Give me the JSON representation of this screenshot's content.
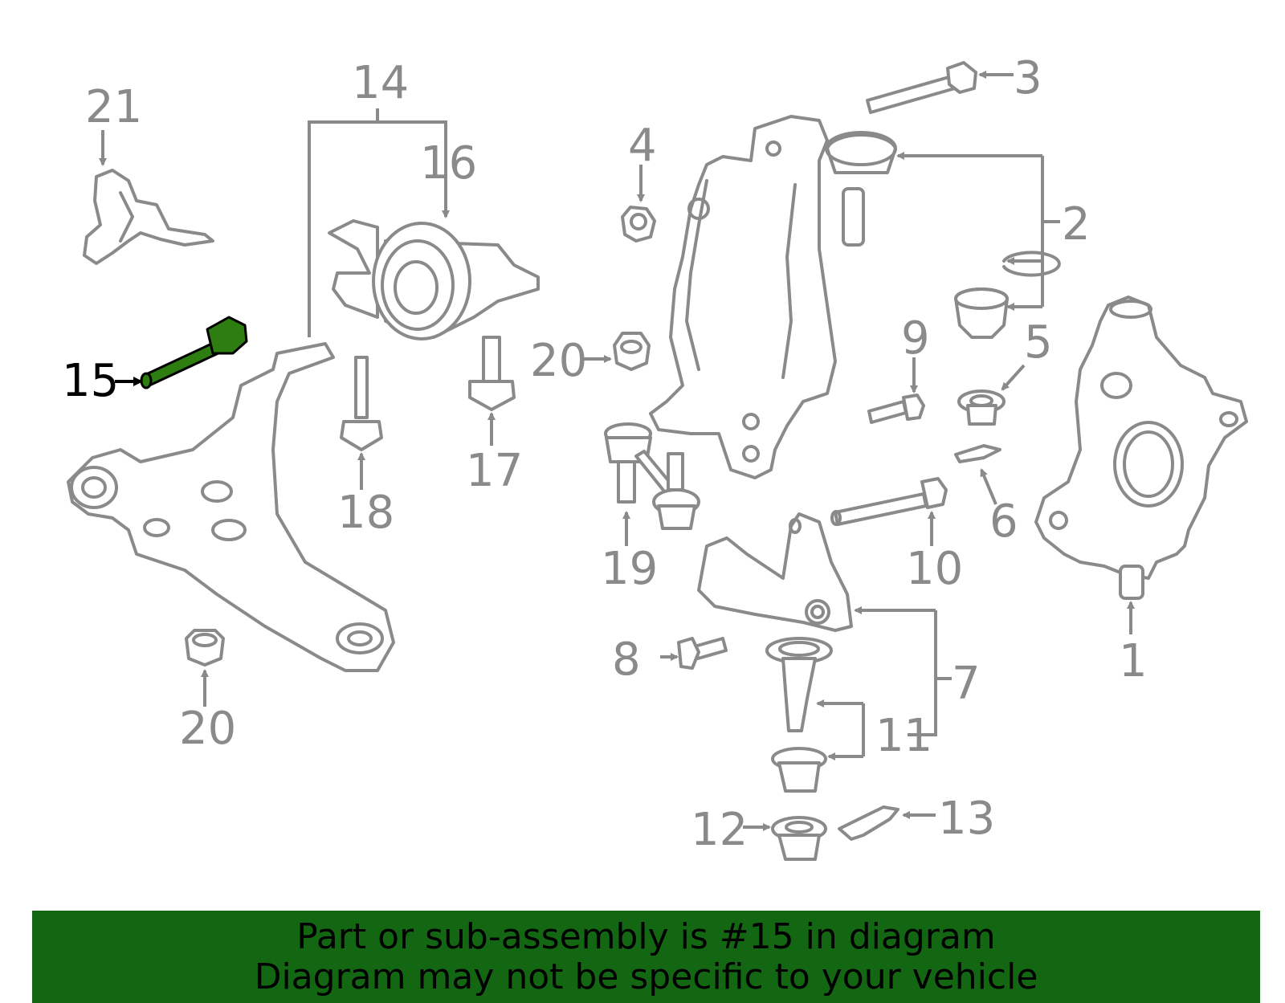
{
  "diagram": {
    "callouts": {
      "c1": "1",
      "c2": "2",
      "c3": "3",
      "c4": "4",
      "c5": "5",
      "c6": "6",
      "c7": "7",
      "c8": "8",
      "c9": "9",
      "c10": "10",
      "c11": "11",
      "c12": "12",
      "c13": "13",
      "c14": "14",
      "c15": "15",
      "c16": "16",
      "c17": "17",
      "c18": "18",
      "c19": "19",
      "c20a": "20",
      "c20b": "20",
      "c21": "21"
    },
    "highlighted_part": "15",
    "colors": {
      "line": "#8a8a8a",
      "highlight": "#2d7d10",
      "banner": "#136712"
    }
  },
  "banner": {
    "line1": "Part or sub-assembly is #15 in diagram",
    "line2": "Diagram may not be specific to your vehicle"
  }
}
